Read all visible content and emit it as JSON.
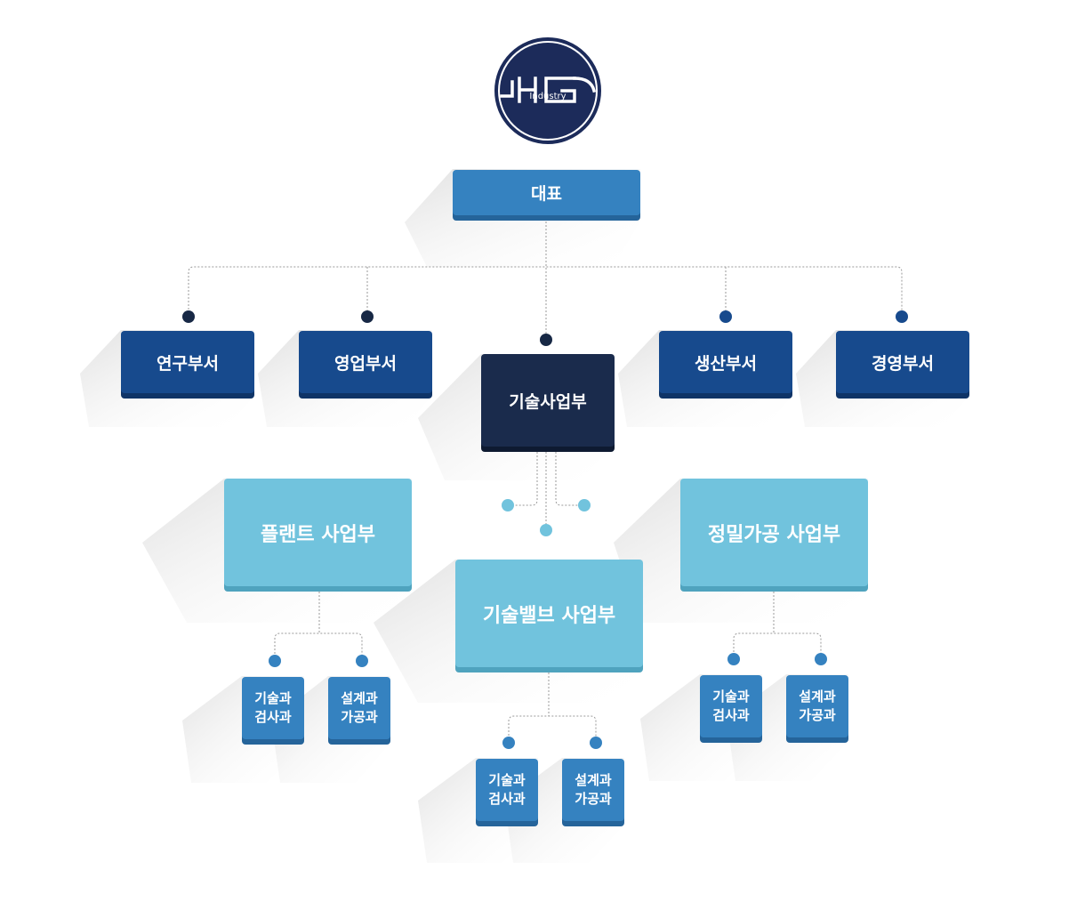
{
  "logo": {
    "mark": "JHG",
    "caption": "Industry",
    "colors": {
      "ring": "#1c2b5a",
      "fill": "#ffffff"
    }
  },
  "nodes": {
    "ceo": "대표",
    "research": "연구부서",
    "sales": "영업부서",
    "tech": "기술사업부",
    "production": "생산부서",
    "management": "경영부서",
    "plant": "플랜트 사업부",
    "valve": "기술밸브 사업부",
    "precision": "정밀가공 사업부",
    "plant_team_1": "기술과\n검사과",
    "plant_team_2": "설계과\n가공과",
    "valve_team_1": "기술과\n검사과",
    "valve_team_2": "설계과\n가공과",
    "precision_team_1": "기술과\n검사과",
    "precision_team_2": "설계과\n가공과"
  },
  "colors": {
    "dark_blue": "#174a8d",
    "navy": "#1a2b4c",
    "mid_blue": "#3582c0",
    "light_blue": "#71c3dd",
    "dot_dark": "#172845",
    "dot_mid": "#3582c0",
    "dot_light": "#71c3dd",
    "connector": "#9a9a9a"
  }
}
